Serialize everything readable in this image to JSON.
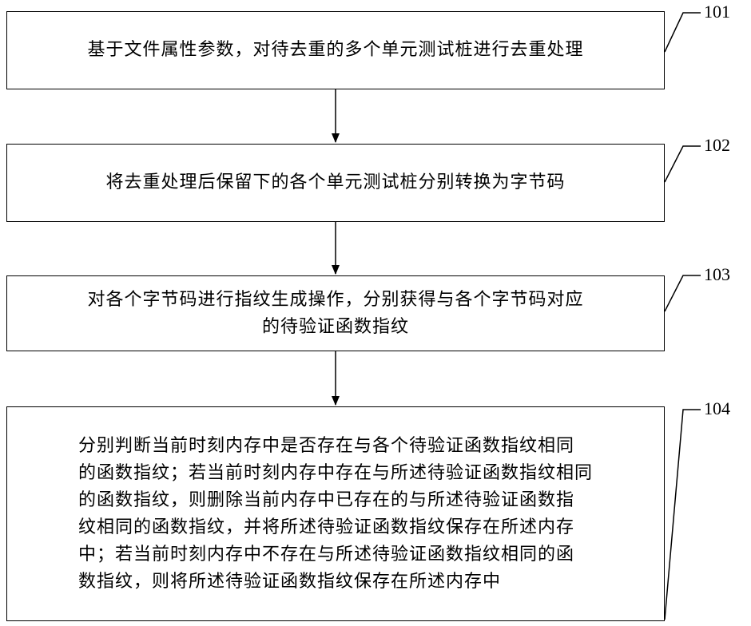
{
  "flowchart": {
    "steps": [
      {
        "id": "101",
        "text": "基于文件属性参数，对待去重的多个单元测试桩进行去重处理"
      },
      {
        "id": "102",
        "text": "将去重处理后保留下的各个单元测试桩分别转换为字节码"
      },
      {
        "id": "103",
        "text": "对各个字节码进行指纹生成操作，分别获得与各个字节码对应\n的待验证函数指纹"
      },
      {
        "id": "104",
        "text": "分别判断当前时刻内存中是否存在与各个待验证函数指纹相同\n的函数指纹；若当前时刻内存中存在与所述待验证函数指纹相同\n的函数指纹，则删除当前内存中已存在的与所述待验证函数指\n纹相同的函数指纹，并将所述待验证函数指纹保存在所述内存\n中；若当前时刻内存中不存在与所述待验证函数指纹相同的函\n数指纹，则将所述待验证函数指纹保存在所述内存中"
      }
    ]
  }
}
